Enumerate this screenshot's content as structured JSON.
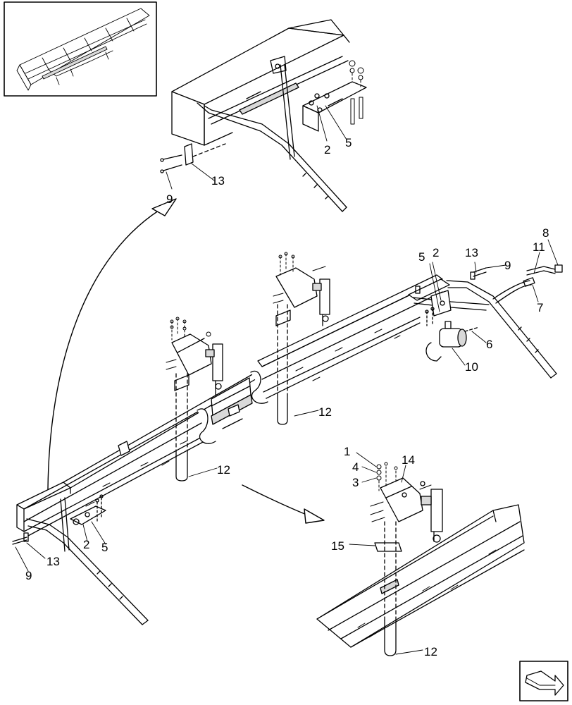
{
  "figure": {
    "type": "exploded-parts-diagram",
    "line_color": "#000000",
    "background": "#ffffff",
    "shading": "#d9d9d9",
    "icons": [
      "inset-overview-icon",
      "navigation-arrow-icon"
    ]
  },
  "callouts": {
    "c1": "1",
    "c2a": "2",
    "c2b": "2",
    "c2c": "2",
    "c3": "3",
    "c4": "4",
    "c5a": "5",
    "c5b": "5",
    "c5c": "5",
    "c6": "6",
    "c7": "7",
    "c8": "8",
    "c9a": "9",
    "c9b": "9",
    "c9c": "9",
    "c10": "10",
    "c11": "11",
    "c12a": "12",
    "c12b": "12",
    "c12c": "12",
    "c13a": "13",
    "c13b": "13",
    "c13c": "13",
    "c14": "14",
    "c15": "15"
  }
}
